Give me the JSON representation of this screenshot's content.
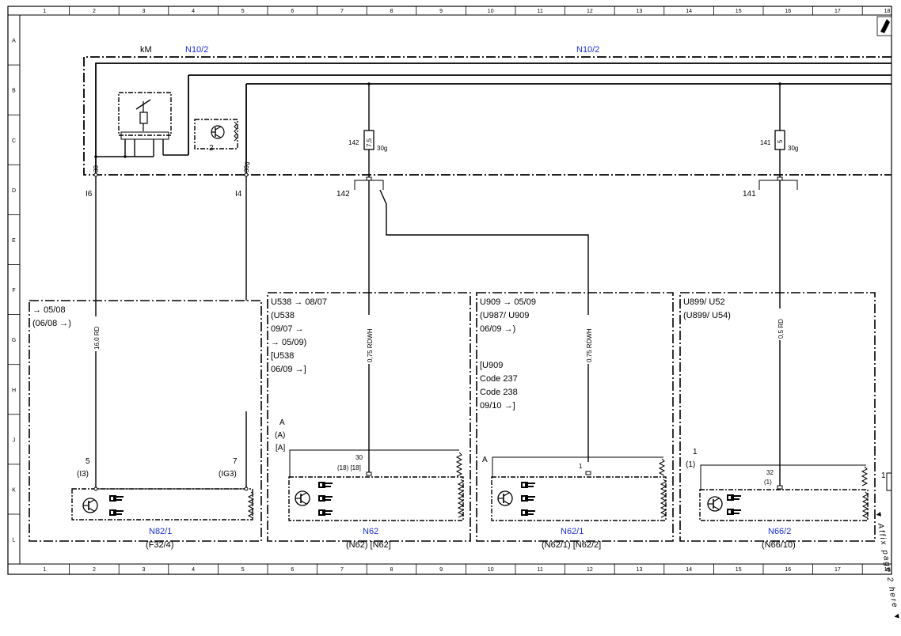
{
  "frame": {
    "columns": [
      "1",
      "2",
      "3",
      "4",
      "5",
      "6",
      "7",
      "8",
      "9",
      "10",
      "11",
      "12",
      "13",
      "14",
      "15",
      "16",
      "17",
      "18"
    ],
    "rows": [
      "A",
      "B",
      "C",
      "D",
      "E",
      "F",
      "G",
      "H",
      "J",
      "K",
      "L"
    ]
  },
  "top_module": {
    "label_left": "N10/2",
    "label_right": "N10/2",
    "km": "kM",
    "relay_number": "2",
    "pin_30": "30",
    "pin_30g": "30g"
  },
  "fuses": [
    {
      "number": "142",
      "rating": "7,5",
      "terminal": "30g",
      "splice": "142"
    },
    {
      "number": "141",
      "rating": "5",
      "terminal": "30g",
      "splice": "141"
    }
  ],
  "wires": {
    "w1_ref": "I6",
    "w1_spec": "16,0 RD",
    "w2_ref": "I4",
    "w3_spec": "0,75 RDWH",
    "w4_spec": "0,75 RDWH",
    "w5_spec": "0,5 RD"
  },
  "components": [
    {
      "name": "N82/1",
      "alt": "(F32/4)",
      "notes": [
        "→ 05/08",
        "(06/08 →)"
      ],
      "pin_a": "5",
      "pin_a_alt": "(I3)",
      "pin_b": "7",
      "pin_b_alt": "(IG3)"
    },
    {
      "name": "N62",
      "alt": "(N62) [N62]",
      "notes": [
        "U538 → 08/07",
        "(U538",
        "09/07 →",
        "→ 05/09)",
        "[U538",
        "06/09 →]"
      ],
      "conn": [
        "A",
        "(A)",
        "[A]"
      ],
      "pin": "30",
      "pin_alt": "(18) [18]"
    },
    {
      "name": "N62/1",
      "alt": "(N62/1) [N62/2]",
      "notes": [
        "U909 → 05/09",
        "(U987/ U909",
        "06/09 →)",
        "",
        "[U909",
        "Code 237",
        "Code 238",
        "09/10 →]"
      ],
      "conn": "A",
      "pin": "1"
    },
    {
      "name": "N66/2",
      "alt": "(N66/10)",
      "notes": [
        "U899/ U52",
        "(U899/ U54)"
      ],
      "conn": [
        "1",
        "(1)"
      ],
      "pin": "32",
      "pin_alt": "(1)"
    }
  ],
  "edge": {
    "conn_pin": "1",
    "note": "▼ Affix page 2 here ▼"
  }
}
